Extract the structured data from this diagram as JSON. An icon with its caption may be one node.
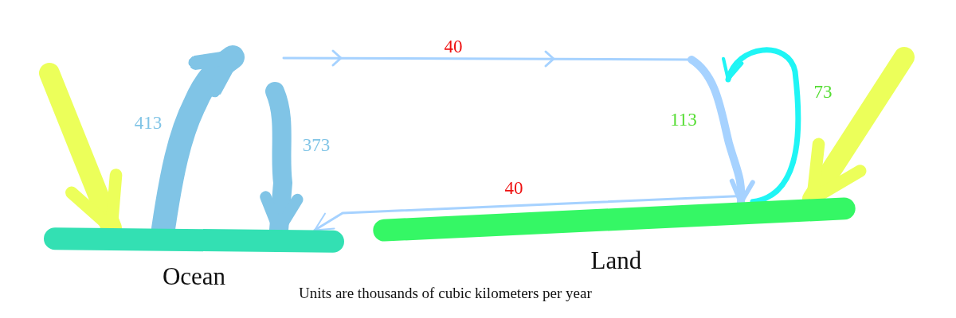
{
  "diagram": {
    "nodes": [
      {
        "text": [
          "Ocean"
        ]
      },
      {
        "text": [
          "Land"
        ]
      }
    ],
    "edges": [
      {
        "from": null,
        "to": 0,
        "arrow": "to",
        "style": "thick",
        "color": "#ecff5a"
      },
      {
        "from": 0,
        "to": null,
        "arrow": "to",
        "style": "thick",
        "label": "413"
      },
      {
        "from": null,
        "to": 0,
        "arrow": "to",
        "style": "thick",
        "label": "373"
      },
      {
        "from": null,
        "to": 1,
        "arrow": "to",
        "label": "40"
      },
      {
        "from": null,
        "to": 1,
        "arrow": "to",
        "label": "113"
      },
      {
        "from": 1,
        "to": null,
        "arrow": "to",
        "color": "#1ff5f5",
        "label": "73"
      },
      {
        "from": 1,
        "to": 0,
        "arrow": "to",
        "label": "40"
      },
      {
        "from": null,
        "to": 1,
        "arrow": "to",
        "style": "thick",
        "color": "#ecff5a"
      }
    ],
    "caption": "Units are thousands of cubic kilometers per year"
  }
}
